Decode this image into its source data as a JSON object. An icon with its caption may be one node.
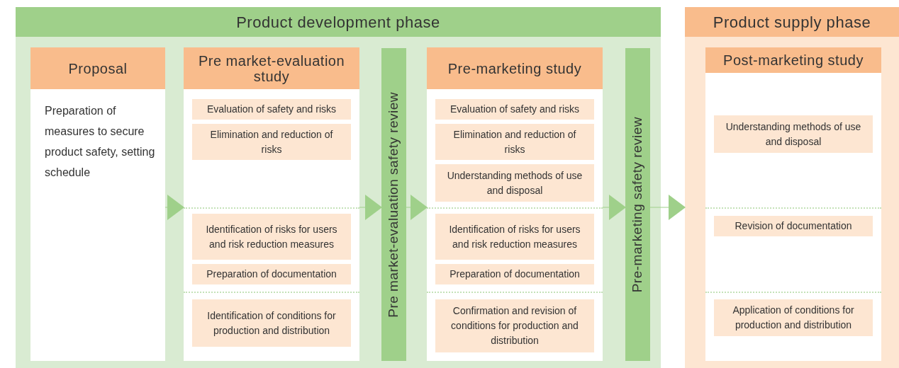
{
  "diagram": {
    "nodes": [
      {
        "text": [
          "Product development phase"
        ]
      },
      {
        "text": [
          "Proposal",
          "Preparation of measures to secure product safety, setting schedule"
        ],
        "in": 0
      },
      {
        "text": [
          "Pre market-evaluation study"
        ],
        "in": 0
      },
      {
        "text": [
          "Evaluation of safety and risks"
        ],
        "in": 2
      },
      {
        "text": [
          "Elimination and reduction of risks"
        ],
        "in": 2
      },
      {
        "text": [
          "Identification of risks for users and risk reduction measures"
        ],
        "in": 2
      },
      {
        "text": [
          "Preparation of documentation"
        ],
        "in": 2
      },
      {
        "text": [
          "Identification of conditions for production and distribution"
        ],
        "in": 2
      },
      {
        "text": [
          "Pre market-evaluation safety review"
        ],
        "in": 0
      },
      {
        "text": [
          "Pre-marketing study"
        ],
        "in": 0
      },
      {
        "text": [
          "Evaluation of safety and risks"
        ],
        "in": 9
      },
      {
        "text": [
          "Elimination and reduction of risks"
        ],
        "in": 9
      },
      {
        "text": [
          "Understanding methods of use and disposal"
        ],
        "in": 9
      },
      {
        "text": [
          "Identification of risks for users and risk reduction measures"
        ],
        "in": 9
      },
      {
        "text": [
          "Preparation of documentation"
        ],
        "in": 9
      },
      {
        "text": [
          "Confirmation and revision of conditions for production and distribution"
        ],
        "in": 9
      },
      {
        "text": [
          "Pre-marketing safety review"
        ],
        "in": 0
      },
      {
        "text": [
          "Product supply phase"
        ]
      },
      {
        "text": [
          "Post-marketing study"
        ],
        "in": 17
      },
      {
        "text": [
          "Understanding methods of use and disposal"
        ],
        "in": 18
      },
      {
        "text": [
          "Revision of documentation"
        ],
        "in": 18
      },
      {
        "text": [
          "Application of conditions for production and distribution"
        ],
        "in": 18
      }
    ],
    "edges": [
      {
        "from": 1,
        "to": 2,
        "arrow": "to"
      },
      {
        "from": 2,
        "to": 8,
        "arrow": "to"
      },
      {
        "from": 8,
        "to": 9,
        "arrow": "to"
      },
      {
        "from": 9,
        "to": 16,
        "arrow": "to"
      },
      {
        "from": 16,
        "to": 17,
        "arrow": "to"
      }
    ]
  }
}
